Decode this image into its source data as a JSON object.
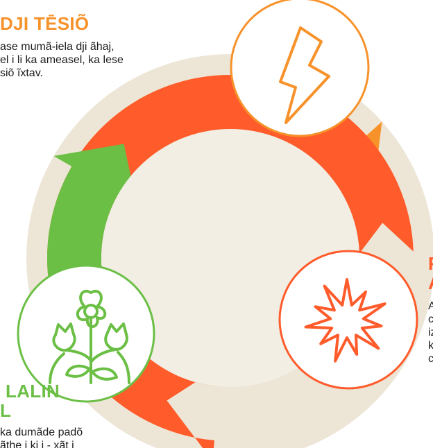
{
  "colors": {
    "orange": "#f7922a",
    "red_orange": "#ff5b2b",
    "green": "#6bbf45",
    "beige": "#ede6d6",
    "white": "#ffffff"
  },
  "stages": {
    "top": {
      "title": "DJI TĒSIÕ",
      "lines": [
        "ase mumã-iela dji ãhaj,",
        "el i li ka ameasel, ka lese",
        "siõ ĩxtav."
      ],
      "icon": "lightning-bolt-icon"
    },
    "right": {
      "title_lines": [
        "F",
        "A"
      ],
      "lines": [
        "A",
        "c",
        "iz",
        "k",
        "c"
      ],
      "icon": "explosion-burst-icon"
    },
    "bottom": {
      "title_lines": [
        "LALIN",
        "L"
      ],
      "lines": [
        "ka dumãde padõ",
        "ãthe i ki i - xãt i"
      ],
      "icon": "flowers-icon"
    }
  }
}
